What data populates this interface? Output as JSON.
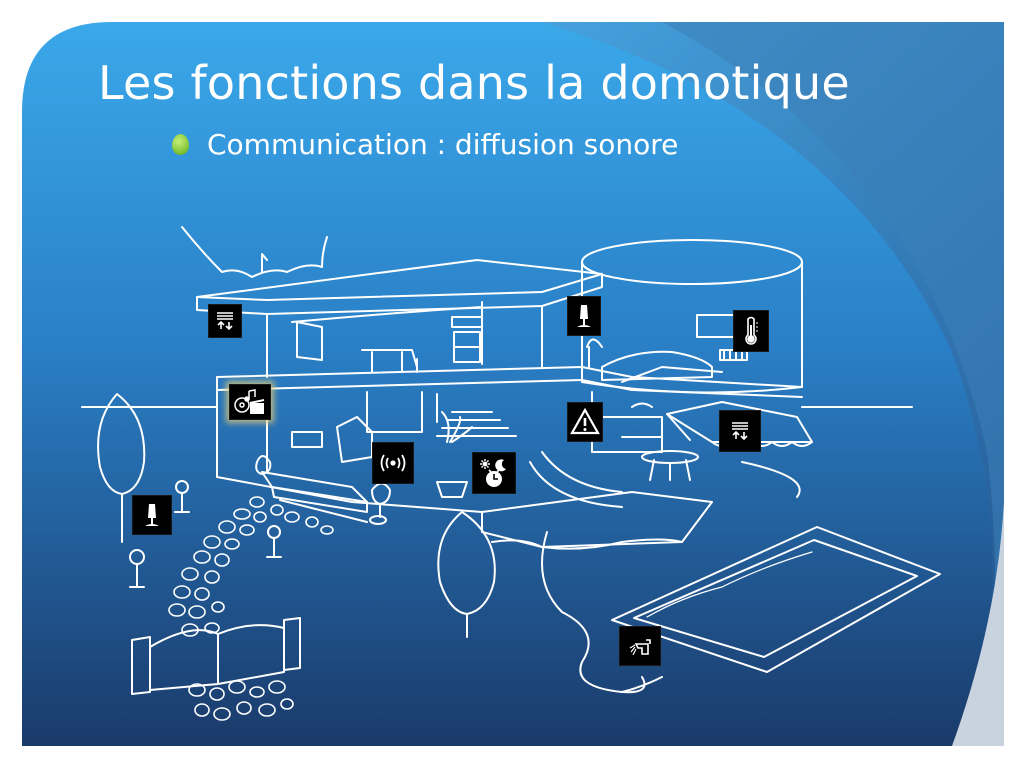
{
  "slide": {
    "title": "Les fonctions dans la domotique",
    "bullet": "Communication : diffusion sonore"
  },
  "colors": {
    "background_top": "#3aa3e3",
    "background_bottom": "#1b3c6e",
    "swoosh": "#2a6fb0",
    "bullet": "#86c83a",
    "line_art": "#ffffff",
    "icon_bg": "#000000"
  },
  "icons": [
    {
      "name": "shutter-icon",
      "meaning": "volets"
    },
    {
      "name": "music-icon",
      "meaning": "diffusion sonore"
    },
    {
      "name": "lamp-icon",
      "meaning": "éclairage"
    },
    {
      "name": "thermometer-icon",
      "meaning": "chauffage"
    },
    {
      "name": "alarm-icon",
      "meaning": "alarme"
    },
    {
      "name": "wireless-icon",
      "meaning": "communication"
    },
    {
      "name": "day-night-timer-icon",
      "meaning": "programmation"
    },
    {
      "name": "watering-icon",
      "meaning": "arrosage"
    }
  ]
}
